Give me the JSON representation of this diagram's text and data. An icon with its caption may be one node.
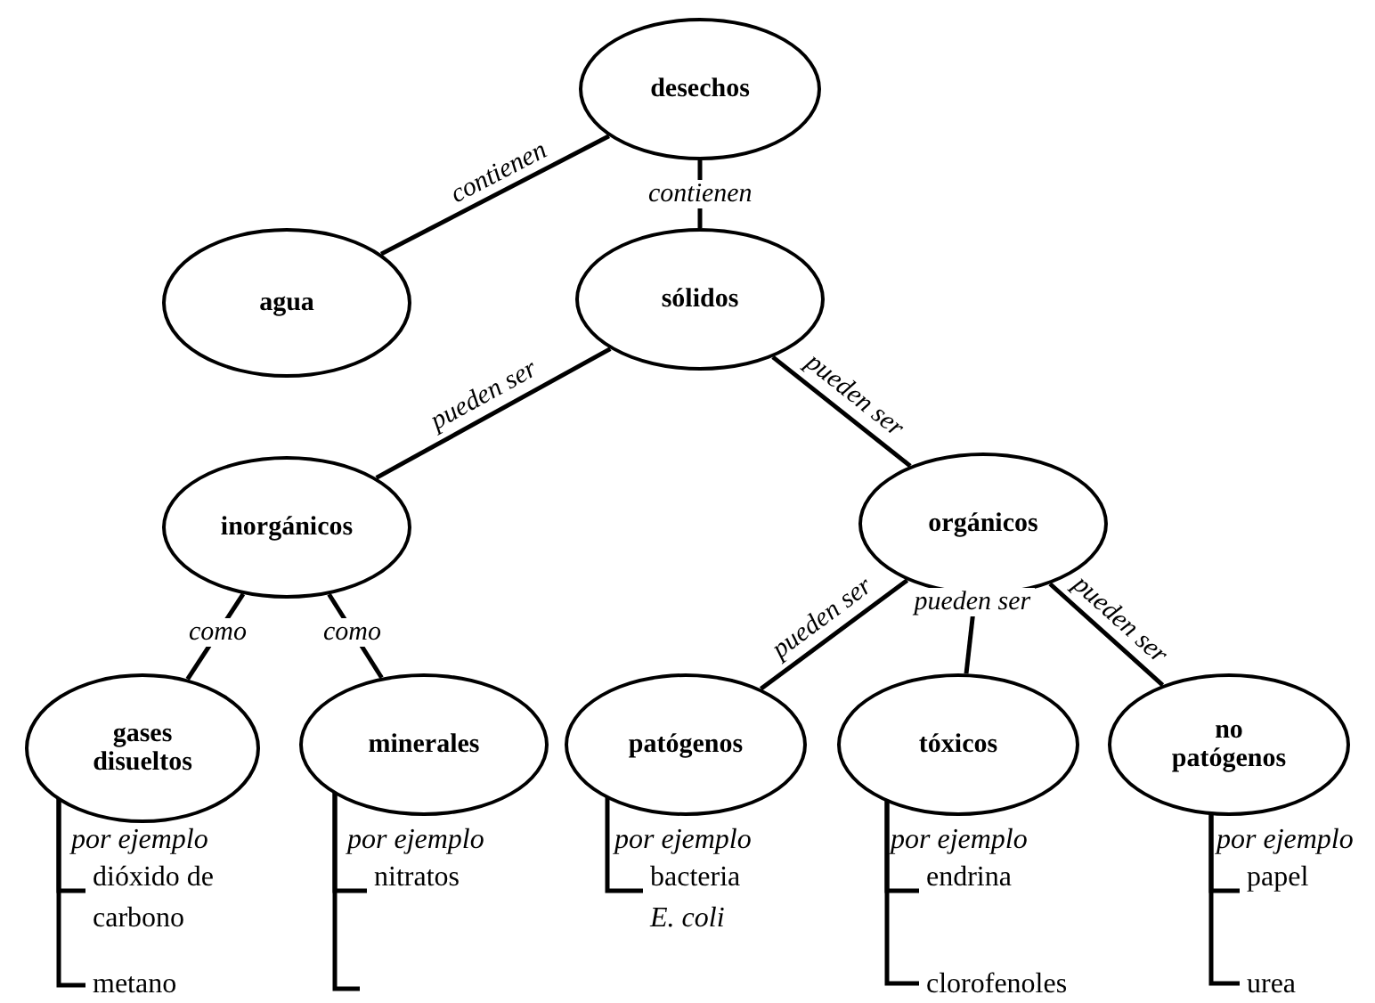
{
  "diagram": {
    "nodes": [
      {
        "text": [
          "desechos"
        ]
      },
      {
        "text": [
          "agua"
        ]
      },
      {
        "text": [
          "sólidos"
        ]
      },
      {
        "text": [
          "inorgánicos"
        ]
      },
      {
        "text": [
          "orgánicos"
        ]
      },
      {
        "text": [
          "gases disueltos"
        ]
      },
      {
        "text": [
          "minerales"
        ]
      },
      {
        "text": [
          "patógenos"
        ]
      },
      {
        "text": [
          "tóxicos"
        ]
      },
      {
        "text": [
          "no patógenos"
        ]
      },
      {
        "text": [
          "dióxido de carbono"
        ]
      },
      {
        "text": [
          "metano"
        ]
      },
      {
        "text": [
          "nitratos"
        ]
      },
      {
        "text": [
          "bacteria",
          "*E. coli*"
        ]
      },
      {
        "text": [
          "endrina"
        ]
      },
      {
        "text": [
          "clorofenoles"
        ]
      },
      {
        "text": [
          "papel"
        ]
      },
      {
        "text": [
          "urea"
        ]
      }
    ],
    "edges": [
      {
        "from": 0,
        "to": 1,
        "arrow": "none",
        "label": "contienen"
      },
      {
        "from": 0,
        "to": 2,
        "arrow": "none",
        "label": "contienen"
      },
      {
        "from": 2,
        "to": 3,
        "arrow": "none",
        "label": "pueden ser"
      },
      {
        "from": 2,
        "to": 4,
        "arrow": "none",
        "label": "pueden ser"
      },
      {
        "from": 3,
        "to": 5,
        "arrow": "none",
        "label": "como"
      },
      {
        "from": 3,
        "to": 6,
        "arrow": "none",
        "label": "como"
      },
      {
        "from": 4,
        "to": 7,
        "arrow": "none",
        "label": "pueden ser"
      },
      {
        "from": 4,
        "to": 8,
        "arrow": "none",
        "label": "pueden ser"
      },
      {
        "from": 4,
        "to": 9,
        "arrow": "none",
        "label": "pueden ser"
      },
      {
        "from": 5,
        "to": 10,
        "arrow": "none"
      },
      {
        "from": 5,
        "to": 11,
        "arrow": "none"
      },
      {
        "from": 6,
        "to": 12,
        "arrow": "none"
      },
      {
        "from": 6,
        "to": null,
        "arrow": "none"
      },
      {
        "from": 7,
        "to": 13,
        "arrow": "none"
      },
      {
        "from": 8,
        "to": 14,
        "arrow": "none"
      },
      {
        "from": 8,
        "to": 15,
        "arrow": "none"
      },
      {
        "from": 9,
        "to": 16,
        "arrow": "none"
      },
      {
        "from": 9,
        "to": 17,
        "arrow": "none"
      }
    ],
    "labels": [
      "por ejemplo",
      "por ejemplo",
      "por ejemplo",
      "por ejemplo",
      "por ejemplo"
    ]
  }
}
